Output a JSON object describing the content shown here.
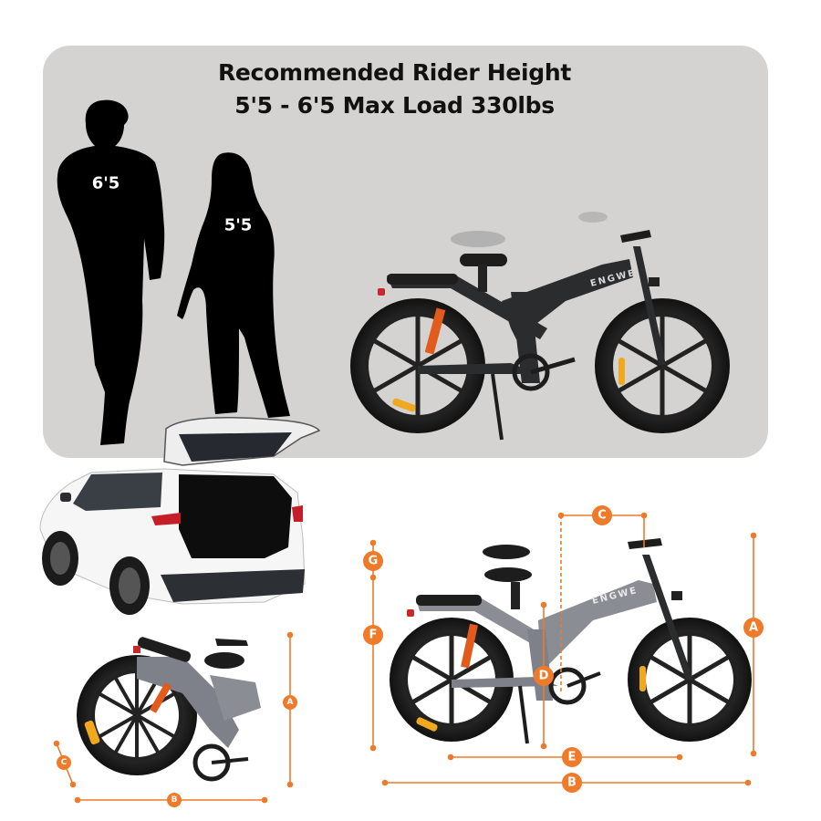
{
  "headline": {
    "line1": "Recommended Rider Height",
    "line2": "5'5 - 6'5 Max Load 330lbs"
  },
  "silhouettes": [
    {
      "name": "man",
      "height_label": "6'5"
    },
    {
      "name": "woman",
      "height_label": "5'5"
    }
  ],
  "brand": "ENGWE",
  "colors": {
    "panel": "#d4d3d2",
    "accent": "#ee7a2a",
    "frame_dark": "#2b2c2e",
    "frame_gray": "#8a8d94",
    "tire": "#1c1c1c",
    "shock": "#e25a1c",
    "reflector": "#f0a81e"
  },
  "folded_bike_markers": [
    "A",
    "B",
    "C"
  ],
  "unfolded_bike_markers": [
    "A",
    "B",
    "C",
    "D",
    "E",
    "F",
    "G"
  ]
}
